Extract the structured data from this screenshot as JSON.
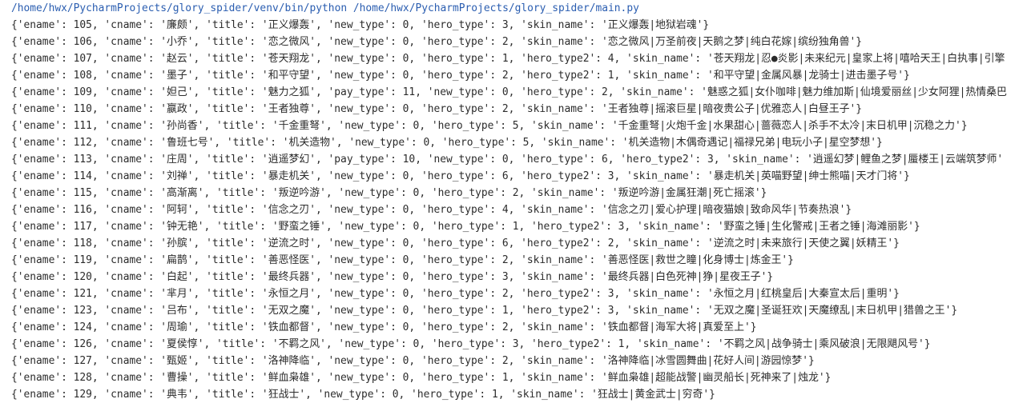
{
  "console": {
    "command": "/home/hwx/PycharmProjects/glory_spider/venv/bin/python /home/hwx/PycharmProjects/glory_spider/main.py",
    "command_color": "#2a5db0",
    "lines": [
      "{'ename': 105, 'cname': '廉颇', 'title': '正义爆轰', 'new_type': 0, 'hero_type': 3, 'skin_name': '正义爆轰|地狱岩魂'}",
      "{'ename': 106, 'cname': '小乔', 'title': '恋之微风', 'new_type': 0, 'hero_type': 2, 'skin_name': '恋之微风|万圣前夜|天鹅之梦|纯白花嫁|缤纷独角兽'}",
      "{'ename': 107, 'cname': '赵云', 'title': '苍天翔龙', 'new_type': 0, 'hero_type': 1, 'hero_type2': 4, 'skin_name': '苍天翔龙|忍●炎影|未来纪元|皇家上将|嘻哈天王|白执事|引擎",
      "{'ename': 108, 'cname': '墨子', 'title': '和平守望', 'new_type': 0, 'hero_type': 2, 'hero_type2': 1, 'skin_name': '和平守望|金属风暴|龙骑士|进击墨子号'}",
      "{'ename': 109, 'cname': '妲己', 'title': '魅力之狐', 'pay_type': 11, 'new_type': 0, 'hero_type': 2, 'skin_name': '魅惑之狐|女仆咖啡|魅力维加斯|仙境爱丽丝|少女阿狸|热情桑巴",
      "{'ename': 110, 'cname': '嬴政', 'title': '王者独尊', 'new_type': 0, 'hero_type': 2, 'skin_name': '王者独尊|摇滚巨星|暗夜贵公子|优雅恋人|白昼王子'}",
      "{'ename': 111, 'cname': '孙尚香', 'title': '千金重弩', 'new_type': 0, 'hero_type': 5, 'skin_name': '千金重弩|火炮千金|水果甜心|蔷薇恋人|杀手不太冷|末日机甲|沉稳之力'}",
      "{'ename': 112, 'cname': '鲁班七号', 'title': '机关造物', 'new_type': 0, 'hero_type': 5, 'skin_name': '机关造物|木偶奇遇记|福禄兄弟|电玩小子|星空梦想'}",
      "{'ename': 113, 'cname': '庄周', 'title': '逍遥梦幻', 'pay_type': 10, 'new_type': 0, 'hero_type': 6, 'hero_type2': 3, 'skin_name': '逍遥幻梦|鲤鱼之梦|蜃楼王|云端筑梦师'",
      "{'ename': 114, 'cname': '刘禅', 'title': '暴走机关', 'new_type': 0, 'hero_type': 6, 'hero_type2': 3, 'skin_name': '暴走机关|英喵野望|绅士熊喵|天才门将'}",
      "{'ename': 115, 'cname': '高渐离', 'title': '叛逆吟游', 'new_type': 0, 'hero_type': 2, 'skin_name': '叛逆吟游|金属狂潮|死亡摇滚'}",
      "{'ename': 116, 'cname': '阿轲', 'title': '信念之刃', 'new_type': 0, 'hero_type': 4, 'skin_name': '信念之刃|爱心护理|暗夜猫娘|致命风华|节奏热浪'}",
      "{'ename': 117, 'cname': '钟无艳', 'title': '野蛮之锤', 'new_type': 0, 'hero_type': 1, 'hero_type2': 3, 'skin_name': '野蛮之锤|生化警戒|王者之锤|海滩丽影'}",
      "{'ename': 118, 'cname': '孙膑', 'title': '逆流之时', 'new_type': 0, 'hero_type': 6, 'hero_type2': 2, 'skin_name': '逆流之时|未来旅行|天使之翼|妖精王'}",
      "{'ename': 119, 'cname': '扁鹊', 'title': '善恶怪医', 'new_type': 0, 'hero_type': 2, 'skin_name': '善恶怪医|救世之瞳|化身博士|炼金王'}",
      "{'ename': 120, 'cname': '白起', 'title': '最终兵器', 'new_type': 0, 'hero_type': 3, 'skin_name': '最终兵器|白色死神|狰|星夜王子'}",
      "{'ename': 121, 'cname': '芈月', 'title': '永恒之月', 'new_type': 0, 'hero_type': 2, 'hero_type2': 3, 'skin_name': '永恒之月|红桃皇后|大秦宣太后|重明'}",
      "{'ename': 123, 'cname': '吕布', 'title': '无双之魔', 'new_type': 0, 'hero_type': 1, 'hero_type2': 3, 'skin_name': '无双之魔|圣诞狂欢|天魔缭乱|末日机甲|猎兽之王'}",
      "{'ename': 124, 'cname': '周瑜', 'title': '铁血都督', 'new_type': 0, 'hero_type': 2, 'skin_name': '铁血都督|海军大将|真爱至上'}",
      "{'ename': 126, 'cname': '夏侯惇', 'title': '不羁之风', 'new_type': 0, 'hero_type': 3, 'hero_type2': 1, 'skin_name': '不羁之风|战争骑士|乘风破浪|无限飓风号'}",
      "{'ename': 127, 'cname': '甄姬', 'title': '洛神降临', 'new_type': 0, 'hero_type': 2, 'skin_name': '洛神降临|冰雪圆舞曲|花好人间|游园惊梦'}",
      "{'ename': 128, 'cname': '曹操', 'title': '鲜血枭雄', 'new_type': 0, 'hero_type': 1, 'skin_name': '鲜血枭雄|超能战警|幽灵船长|死神来了|烛龙'}",
      "{'ename': 129, 'cname': '典韦', 'title': '狂战士', 'new_type': 0, 'hero_type': 1, 'skin_name': '狂战士|黄金武士|穷奇'}"
    ]
  }
}
